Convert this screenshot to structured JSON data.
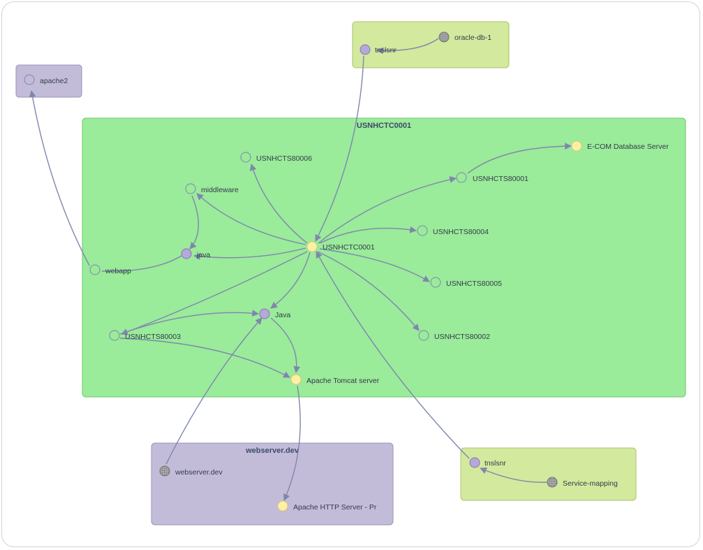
{
  "groups": {
    "oracle": {
      "label": "",
      "color": "#d3e99d"
    },
    "apache2": {
      "label": "",
      "color": "#c3bcd8"
    },
    "main": {
      "label": "USNHCTC0001",
      "color": "#9aeb9a"
    },
    "webserver": {
      "label": "webserver.dev",
      "color": "#c3bcd8"
    },
    "tnslsnr2": {
      "label": "",
      "color": "#d3e99d"
    }
  },
  "nodes": {
    "tnslsnr_top": {
      "label": "tnslsnr",
      "icon": "process-icon"
    },
    "oracle_db": {
      "label": "oracle-db-1",
      "icon": "database-icon"
    },
    "apache2": {
      "label": "apache2",
      "icon": "outline-circle-icon"
    },
    "usnhcts80006": {
      "label": "USNHCTS80006",
      "icon": "outline-circle-icon"
    },
    "middleware": {
      "label": "middleware",
      "icon": "outline-circle-icon"
    },
    "java_top": {
      "label": "java",
      "icon": "process-icon"
    },
    "webapp": {
      "label": "webapp",
      "icon": "outline-circle-icon"
    },
    "usnhctc0001": {
      "label": "USNHCTC0001",
      "icon": "server-icon"
    },
    "usnhcts80001": {
      "label": "USNHCTS80001",
      "icon": "outline-circle-icon"
    },
    "ecom": {
      "label": "E-COM Database Server",
      "icon": "server-icon"
    },
    "usnhcts80004": {
      "label": "USNHCTS80004",
      "icon": "outline-circle-icon"
    },
    "usnhcts80005": {
      "label": "USNHCTS80005",
      "icon": "outline-circle-icon"
    },
    "java_mid": {
      "label": "Java",
      "icon": "process-icon"
    },
    "usnhcts80003": {
      "label": "USNHCTS80003",
      "icon": "outline-circle-icon"
    },
    "usnhcts80002": {
      "label": "USNHCTS80002",
      "icon": "outline-circle-icon"
    },
    "tomcat": {
      "label": "Apache Tomcat server",
      "icon": "server-icon"
    },
    "webserver_dev": {
      "label": "webserver.dev",
      "icon": "database-icon"
    },
    "apache_http": {
      "label": "Apache HTTP Server - Pr",
      "icon": "server-icon"
    },
    "tnslsnr_bottom": {
      "label": "tnslsnr",
      "icon": "process-icon"
    },
    "service_mapping": {
      "label": "Service-mapping",
      "icon": "database-icon"
    }
  },
  "colors": {
    "edge": "#7f86ae",
    "server_fill": "#fdf0a6",
    "process_fill": "#b6a8d9",
    "database_fill": "#9a9a9a",
    "outline_stroke": "#7f86ae"
  }
}
